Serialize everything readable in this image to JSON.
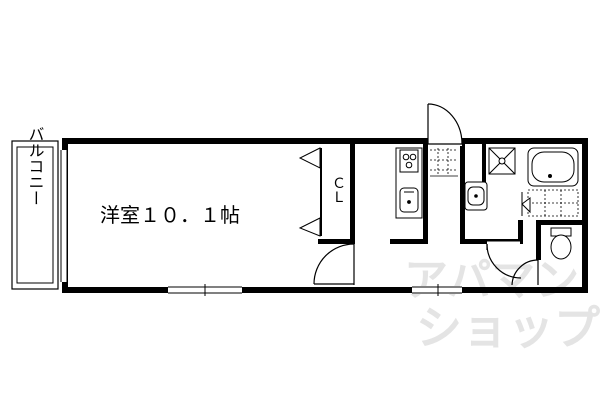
{
  "rooms": {
    "western_room": "洋室１０．１帖",
    "closet": "ＣＬ",
    "balcony": "バルコニー"
  },
  "watermark": {
    "line1": "アパマン",
    "line2": "ショップ"
  },
  "colors": {
    "wall": "#000000",
    "fixture_fill": "#ffffff",
    "watermark": "#e4e4e4"
  }
}
